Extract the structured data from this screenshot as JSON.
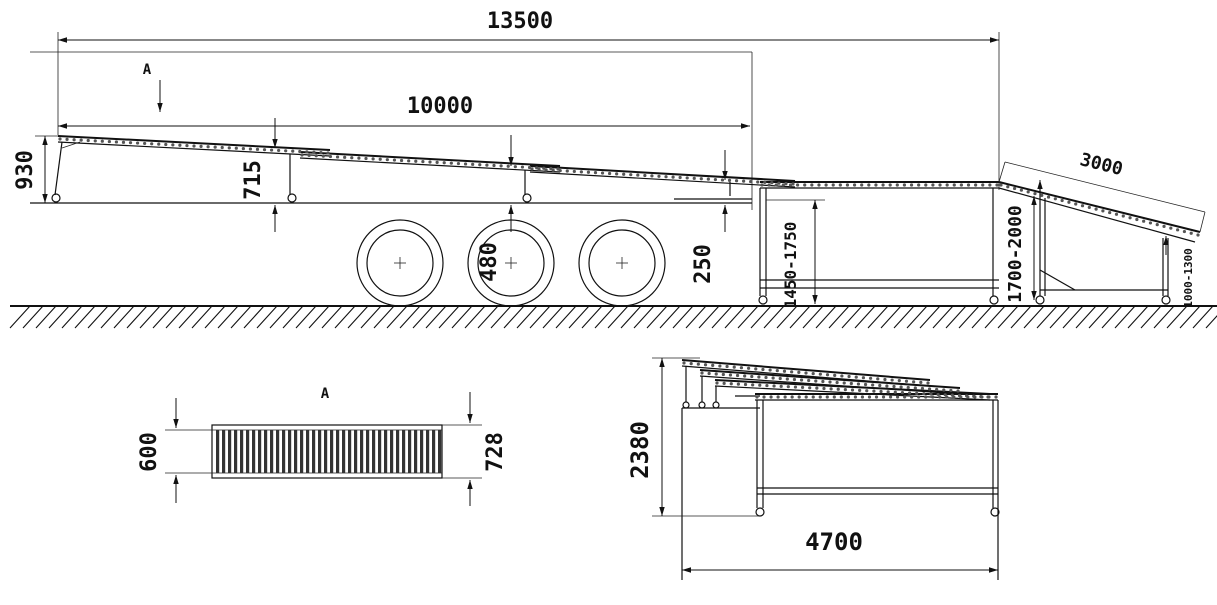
{
  "side_view": {
    "dim_total_length": "13500",
    "dim_ramp_length": "10000",
    "dim_tail_ramp": "3000",
    "dim_front_height": "930",
    "dim_step_715": "715",
    "dim_axle_480": "480",
    "dim_step_250": "250",
    "dim_table_height": "1450-1750",
    "dim_lift_height": "1700-2000",
    "dim_tail_height": "1000-1300",
    "section_marker": "A"
  },
  "section_view": {
    "title": "A",
    "dim_inner_width": "600",
    "dim_outer_width": "728"
  },
  "stowed_view": {
    "dim_height": "2380",
    "dim_length": "4700"
  },
  "colors": {
    "line": "#111111",
    "background": "#ffffff"
  }
}
